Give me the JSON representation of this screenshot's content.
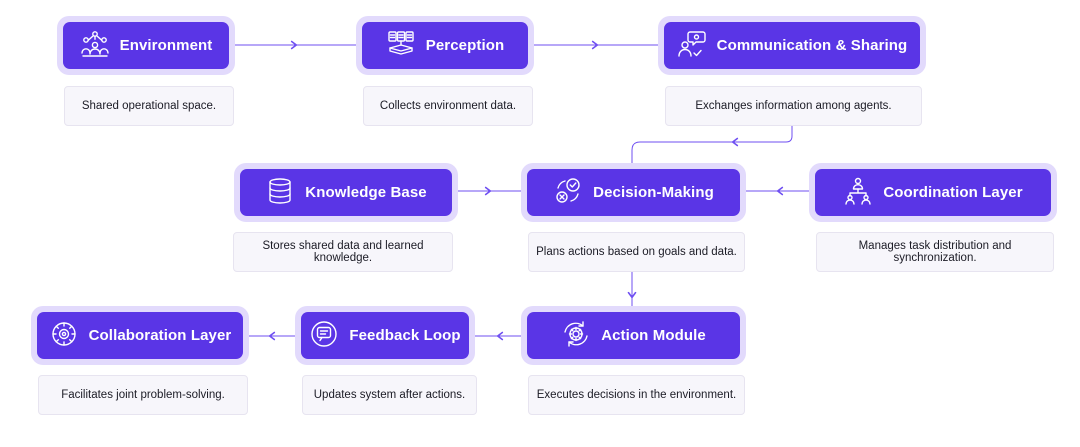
{
  "colors": {
    "node_fill": "#5a35e6",
    "node_halo": "#e2dafc",
    "node_text": "#ffffff",
    "desc_fill": "#f7f6fb",
    "connector": "#6f4ff2"
  },
  "nodes": [
    {
      "id": "environment",
      "label": "Environment",
      "description": "Shared operational space.",
      "icon": "network-users-icon"
    },
    {
      "id": "perception",
      "label": "Perception",
      "description": "Collects environment data.",
      "icon": "data-layers-icon"
    },
    {
      "id": "communication",
      "label": "Communication & Sharing",
      "description": "Exchanges information among agents.",
      "icon": "users-chat-icon"
    },
    {
      "id": "knowledge",
      "label": "Knowledge Base",
      "description": "Stores shared data and learned knowledge.",
      "icon": "database-icon"
    },
    {
      "id": "decision",
      "label": "Decision-Making",
      "description": "Plans actions based on goals and data.",
      "icon": "decision-icon"
    },
    {
      "id": "coordination",
      "label": "Coordination Layer",
      "description": "Manages task distribution and synchronization.",
      "icon": "hierarchy-icon"
    },
    {
      "id": "collaboration",
      "label": "Collaboration Layer",
      "description": "Facilitates joint problem-solving.",
      "icon": "cog-network-icon"
    },
    {
      "id": "feedback",
      "label": "Feedback Loop",
      "description": "Updates system after actions.",
      "icon": "feedback-chat-icon"
    },
    {
      "id": "action",
      "label": "Action Module",
      "description": "Executes decisions in the environment.",
      "icon": "gear-cycle-icon"
    }
  ]
}
